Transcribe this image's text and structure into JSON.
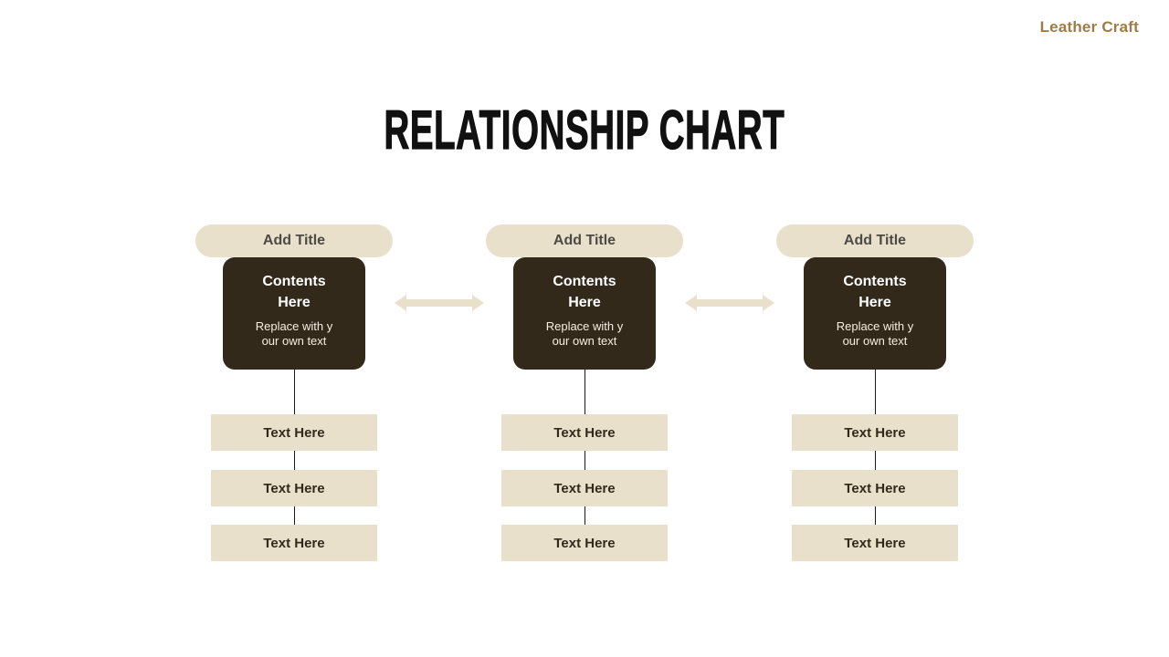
{
  "brand": {
    "label": "Leather Craft",
    "color": "#9e7c45"
  },
  "title": {
    "label": "RELATIONSHIP CHART",
    "color": "#111111"
  },
  "colors": {
    "background": "#ffffff",
    "beige": "#e9e0cc",
    "dark_brown": "#33291a",
    "pill_text": "#4d4a44",
    "item_text": "#33291a",
    "contents_heading_text": "#ffffff",
    "contents_body_text": "#f5efe3",
    "connector_line": "#1a1a1a"
  },
  "icons": {
    "between_columns": "double-headed-horizontal-arrow"
  },
  "columns": [
    {
      "title": "Add Title",
      "contents_heading_lines": [
        "Contents",
        "Here"
      ],
      "contents_body_lines": [
        "Replace with y",
        "our own text"
      ],
      "items": [
        "Text Here",
        "Text Here",
        "Text Here"
      ]
    },
    {
      "title": "Add Title",
      "contents_heading_lines": [
        "Contents",
        "Here"
      ],
      "contents_body_lines": [
        "Replace with y",
        "our own text"
      ],
      "items": [
        "Text Here",
        "Text Here",
        "Text Here"
      ]
    },
    {
      "title": "Add Title",
      "contents_heading_lines": [
        "Contents",
        "Here"
      ],
      "contents_body_lines": [
        "Replace with y",
        "our own text"
      ],
      "items": [
        "Text Here",
        "Text Here",
        "Text Here"
      ]
    }
  ]
}
